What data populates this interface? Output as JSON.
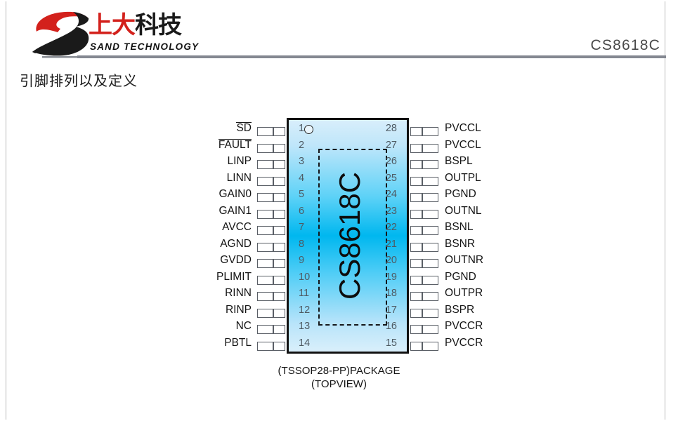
{
  "header": {
    "logo_cn_red": "上大",
    "logo_cn_black": "科技",
    "logo_en": "SAND TECHNOLOGY",
    "logo_icon": "sand-technology-s-logo",
    "part_number": "CS8618C",
    "rule_color": "#848891"
  },
  "section": {
    "title": "引脚排列以及定义"
  },
  "diagram": {
    "body_label": "CS8618C",
    "pin1_marker": "pin-1-dot",
    "thermal_pad": "exposed-thermal-pad",
    "caption_line1": "(TSSOP28-PP)PACKAGE",
    "caption_line2": "(TOPVIEW)",
    "body_gradient": [
      "#d8eefb",
      "#00b7ef",
      "#d9effb"
    ],
    "left_pins": [
      {
        "num": "1",
        "label": "SD",
        "overline": true
      },
      {
        "num": "2",
        "label": "FAULT",
        "overline": true
      },
      {
        "num": "3",
        "label": "LINP",
        "overline": false
      },
      {
        "num": "4",
        "label": "LINN",
        "overline": false
      },
      {
        "num": "5",
        "label": "GAIN0",
        "overline": false
      },
      {
        "num": "6",
        "label": "GAIN1",
        "overline": false
      },
      {
        "num": "7",
        "label": "AVCC",
        "overline": false
      },
      {
        "num": "8",
        "label": "AGND",
        "overline": false
      },
      {
        "num": "9",
        "label": "GVDD",
        "overline": false
      },
      {
        "num": "10",
        "label": "PLIMIT",
        "overline": false
      },
      {
        "num": "11",
        "label": "RINN",
        "overline": false
      },
      {
        "num": "12",
        "label": "RINP",
        "overline": false
      },
      {
        "num": "13",
        "label": "NC",
        "overline": false
      },
      {
        "num": "14",
        "label": "PBTL",
        "overline": false
      }
    ],
    "right_pins": [
      {
        "num": "28",
        "label": "PVCCL",
        "overline": false
      },
      {
        "num": "27",
        "label": "PVCCL",
        "overline": false
      },
      {
        "num": "26",
        "label": "BSPL",
        "overline": false
      },
      {
        "num": "25",
        "label": "OUTPL",
        "overline": false
      },
      {
        "num": "24",
        "label": "PGND",
        "overline": false
      },
      {
        "num": "23",
        "label": "OUTNL",
        "overline": false
      },
      {
        "num": "22",
        "label": "BSNL",
        "overline": false
      },
      {
        "num": "21",
        "label": "BSNR",
        "overline": false
      },
      {
        "num": "20",
        "label": "OUTNR",
        "overline": false
      },
      {
        "num": "19",
        "label": "PGND",
        "overline": false
      },
      {
        "num": "18",
        "label": "OUTPR",
        "overline": false
      },
      {
        "num": "17",
        "label": "BSPR",
        "overline": false
      },
      {
        "num": "16",
        "label": "PVCCR",
        "overline": false
      },
      {
        "num": "15",
        "label": "PVCCR",
        "overline": false
      }
    ]
  }
}
